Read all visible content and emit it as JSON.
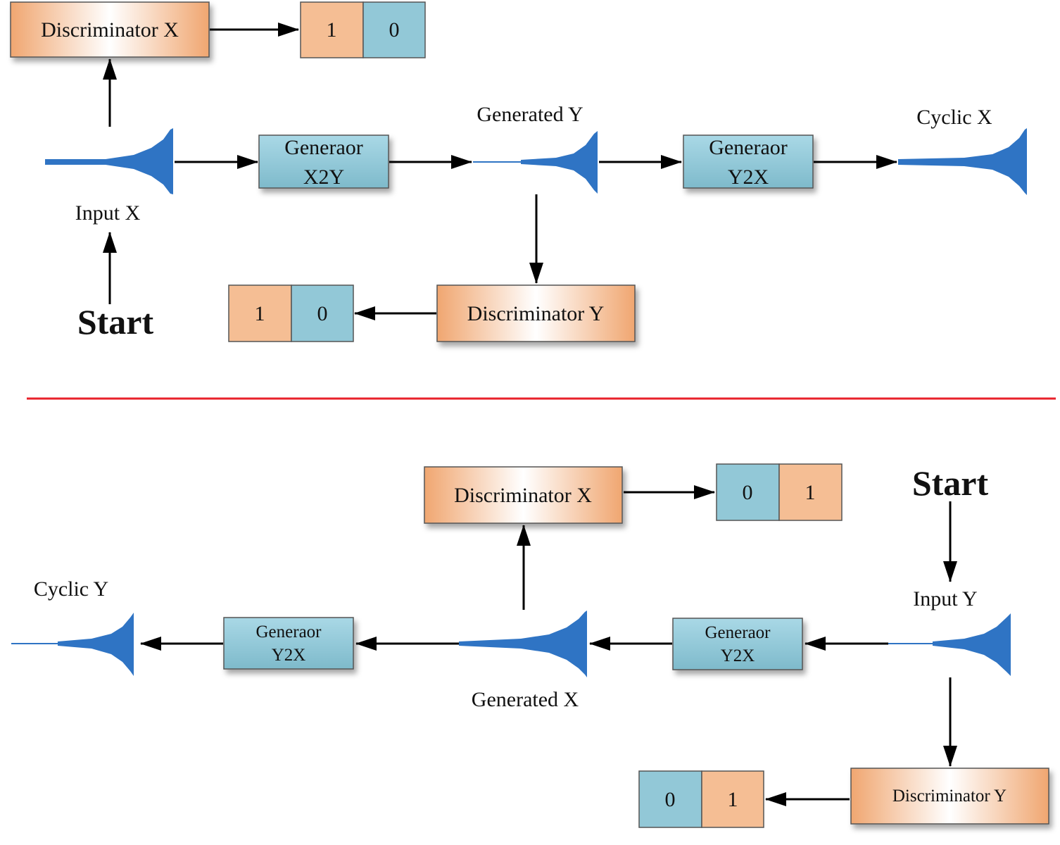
{
  "top": {
    "discriminator_x": "Discriminator X",
    "output_left": "1",
    "output_right": "0",
    "generated_y": "Generated Y",
    "cyclic_x": "Cyclic X",
    "gen_x2y_line1": "Generaor",
    "gen_x2y_line2": "X2Y",
    "gen_y2x_line1": "Generaor",
    "gen_y2x_line2": "Y2X",
    "input_x": "Input X",
    "start": "Start",
    "discriminator_y": "Discriminator Y",
    "output2_left": "1",
    "output2_right": "0"
  },
  "bottom": {
    "discriminator_x": "Discriminator X",
    "output_left": "0",
    "output_right": "1",
    "start": "Start",
    "input_y": "Input Y",
    "cyclic_y": "Cyclic Y",
    "gen_left_line1": "Generaor",
    "gen_left_line2": "Y2X",
    "gen_right_line1": "Generaor",
    "gen_right_line2": "Y2X",
    "generated_x": "Generated X",
    "discriminator_y": "Discriminator Y",
    "output2_left": "0",
    "output2_right": "1"
  },
  "colors": {
    "orange": "#f5be94",
    "blue": "#92c8d7",
    "wave": "#2f74c4",
    "divider": "#e8202a"
  }
}
